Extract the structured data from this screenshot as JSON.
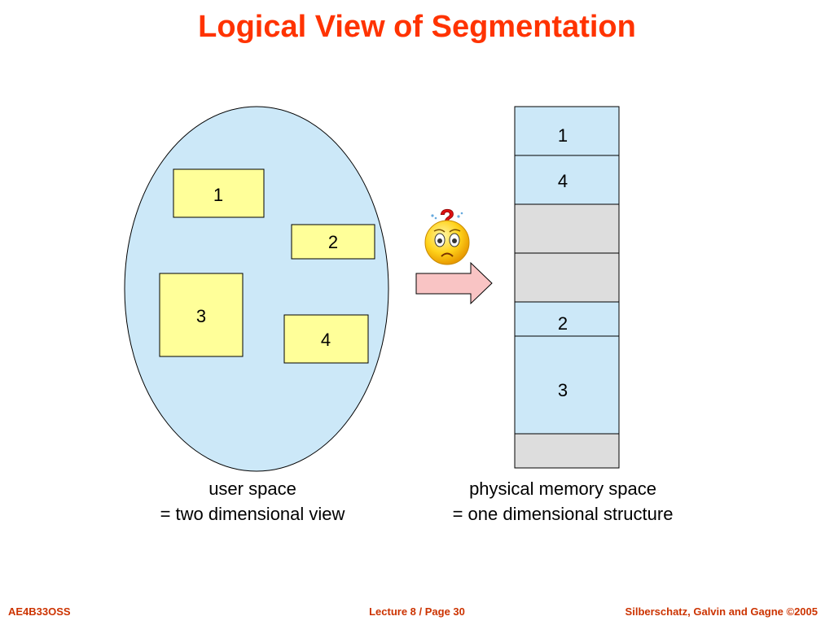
{
  "title": "Logical View of Segmentation",
  "user_space": {
    "segments": [
      {
        "label": "1"
      },
      {
        "label": "2"
      },
      {
        "label": "3"
      },
      {
        "label": "4"
      }
    ],
    "caption_line1": "user space",
    "caption_line2": "= two dimensional view"
  },
  "physical_memory": {
    "blocks": [
      {
        "label": "1",
        "state": "used"
      },
      {
        "label": "4",
        "state": "used"
      },
      {
        "label": "",
        "state": "free"
      },
      {
        "label": "",
        "state": "free"
      },
      {
        "label": "2",
        "state": "used"
      },
      {
        "label": "3",
        "state": "used"
      },
      {
        "label": "",
        "state": "free"
      }
    ],
    "caption_line1": "physical memory space",
    "caption_line2": "= one dimensional structure"
  },
  "icons": {
    "confused_face": "confused-face-icon",
    "arrow": "right-arrow-icon"
  },
  "colors": {
    "title": "#ff3300",
    "ellipse_fill": "#cce8f8",
    "segment_fill": "#ffff99",
    "used_block_fill": "#cce8f8",
    "free_block_fill": "#dddddd",
    "arrow_fill": "#f9c4c4",
    "footer": "#cc3300"
  },
  "footer": {
    "left": "AE4B33OSS",
    "center": "Lecture 8 / Page 30",
    "right": "Silberschatz, Galvin and Gagne ©2005"
  }
}
